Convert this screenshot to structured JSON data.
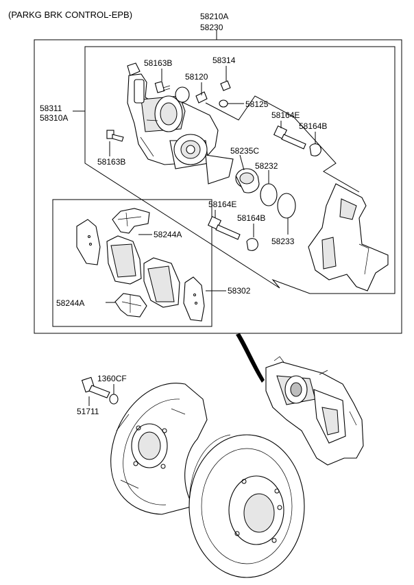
{
  "header": {
    "title": "(PARKG BRK CONTROL-EPB)"
  },
  "labels": {
    "assy_top": "58210A",
    "assy_top2": "58230",
    "caliper_l": "58311",
    "caliper_l2": "58310A",
    "bolt_upper": "58163B",
    "bolt_lower": "58163B",
    "bleeder": "58120",
    "cap_top": "58314",
    "cap_mid": "58125",
    "guide_pin_top": "58164E",
    "boot_top": "58164B",
    "piston": "58235C",
    "seal": "58232",
    "boot_piston": "58233",
    "guide_pin_low": "58164E",
    "boot_low": "58164B",
    "spring_top": "58244A",
    "spring_low": "58244A",
    "pad_kit": "58302",
    "washer": "1360CF",
    "hub_bolt": "51711"
  }
}
